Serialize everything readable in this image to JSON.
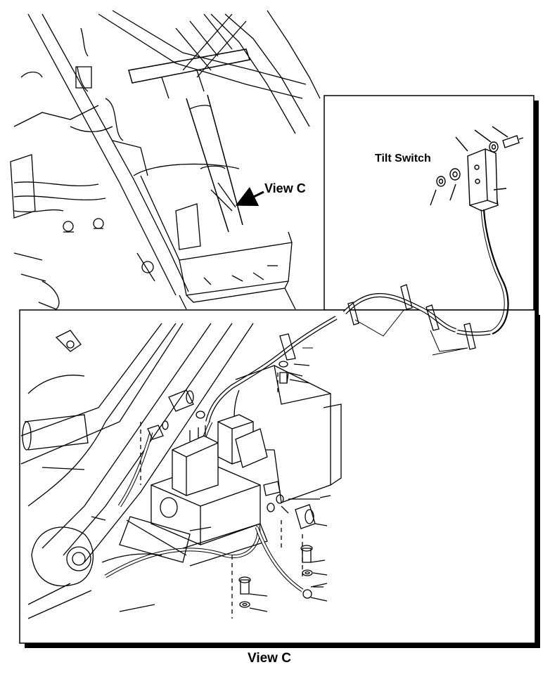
{
  "labels": {
    "view_c_callout": "View C",
    "tilt_switch": "Tilt Switch",
    "view_c_caption": "View C"
  },
  "colors": {
    "line": "#000000",
    "background": "#ffffff",
    "shadow": "#000000"
  }
}
